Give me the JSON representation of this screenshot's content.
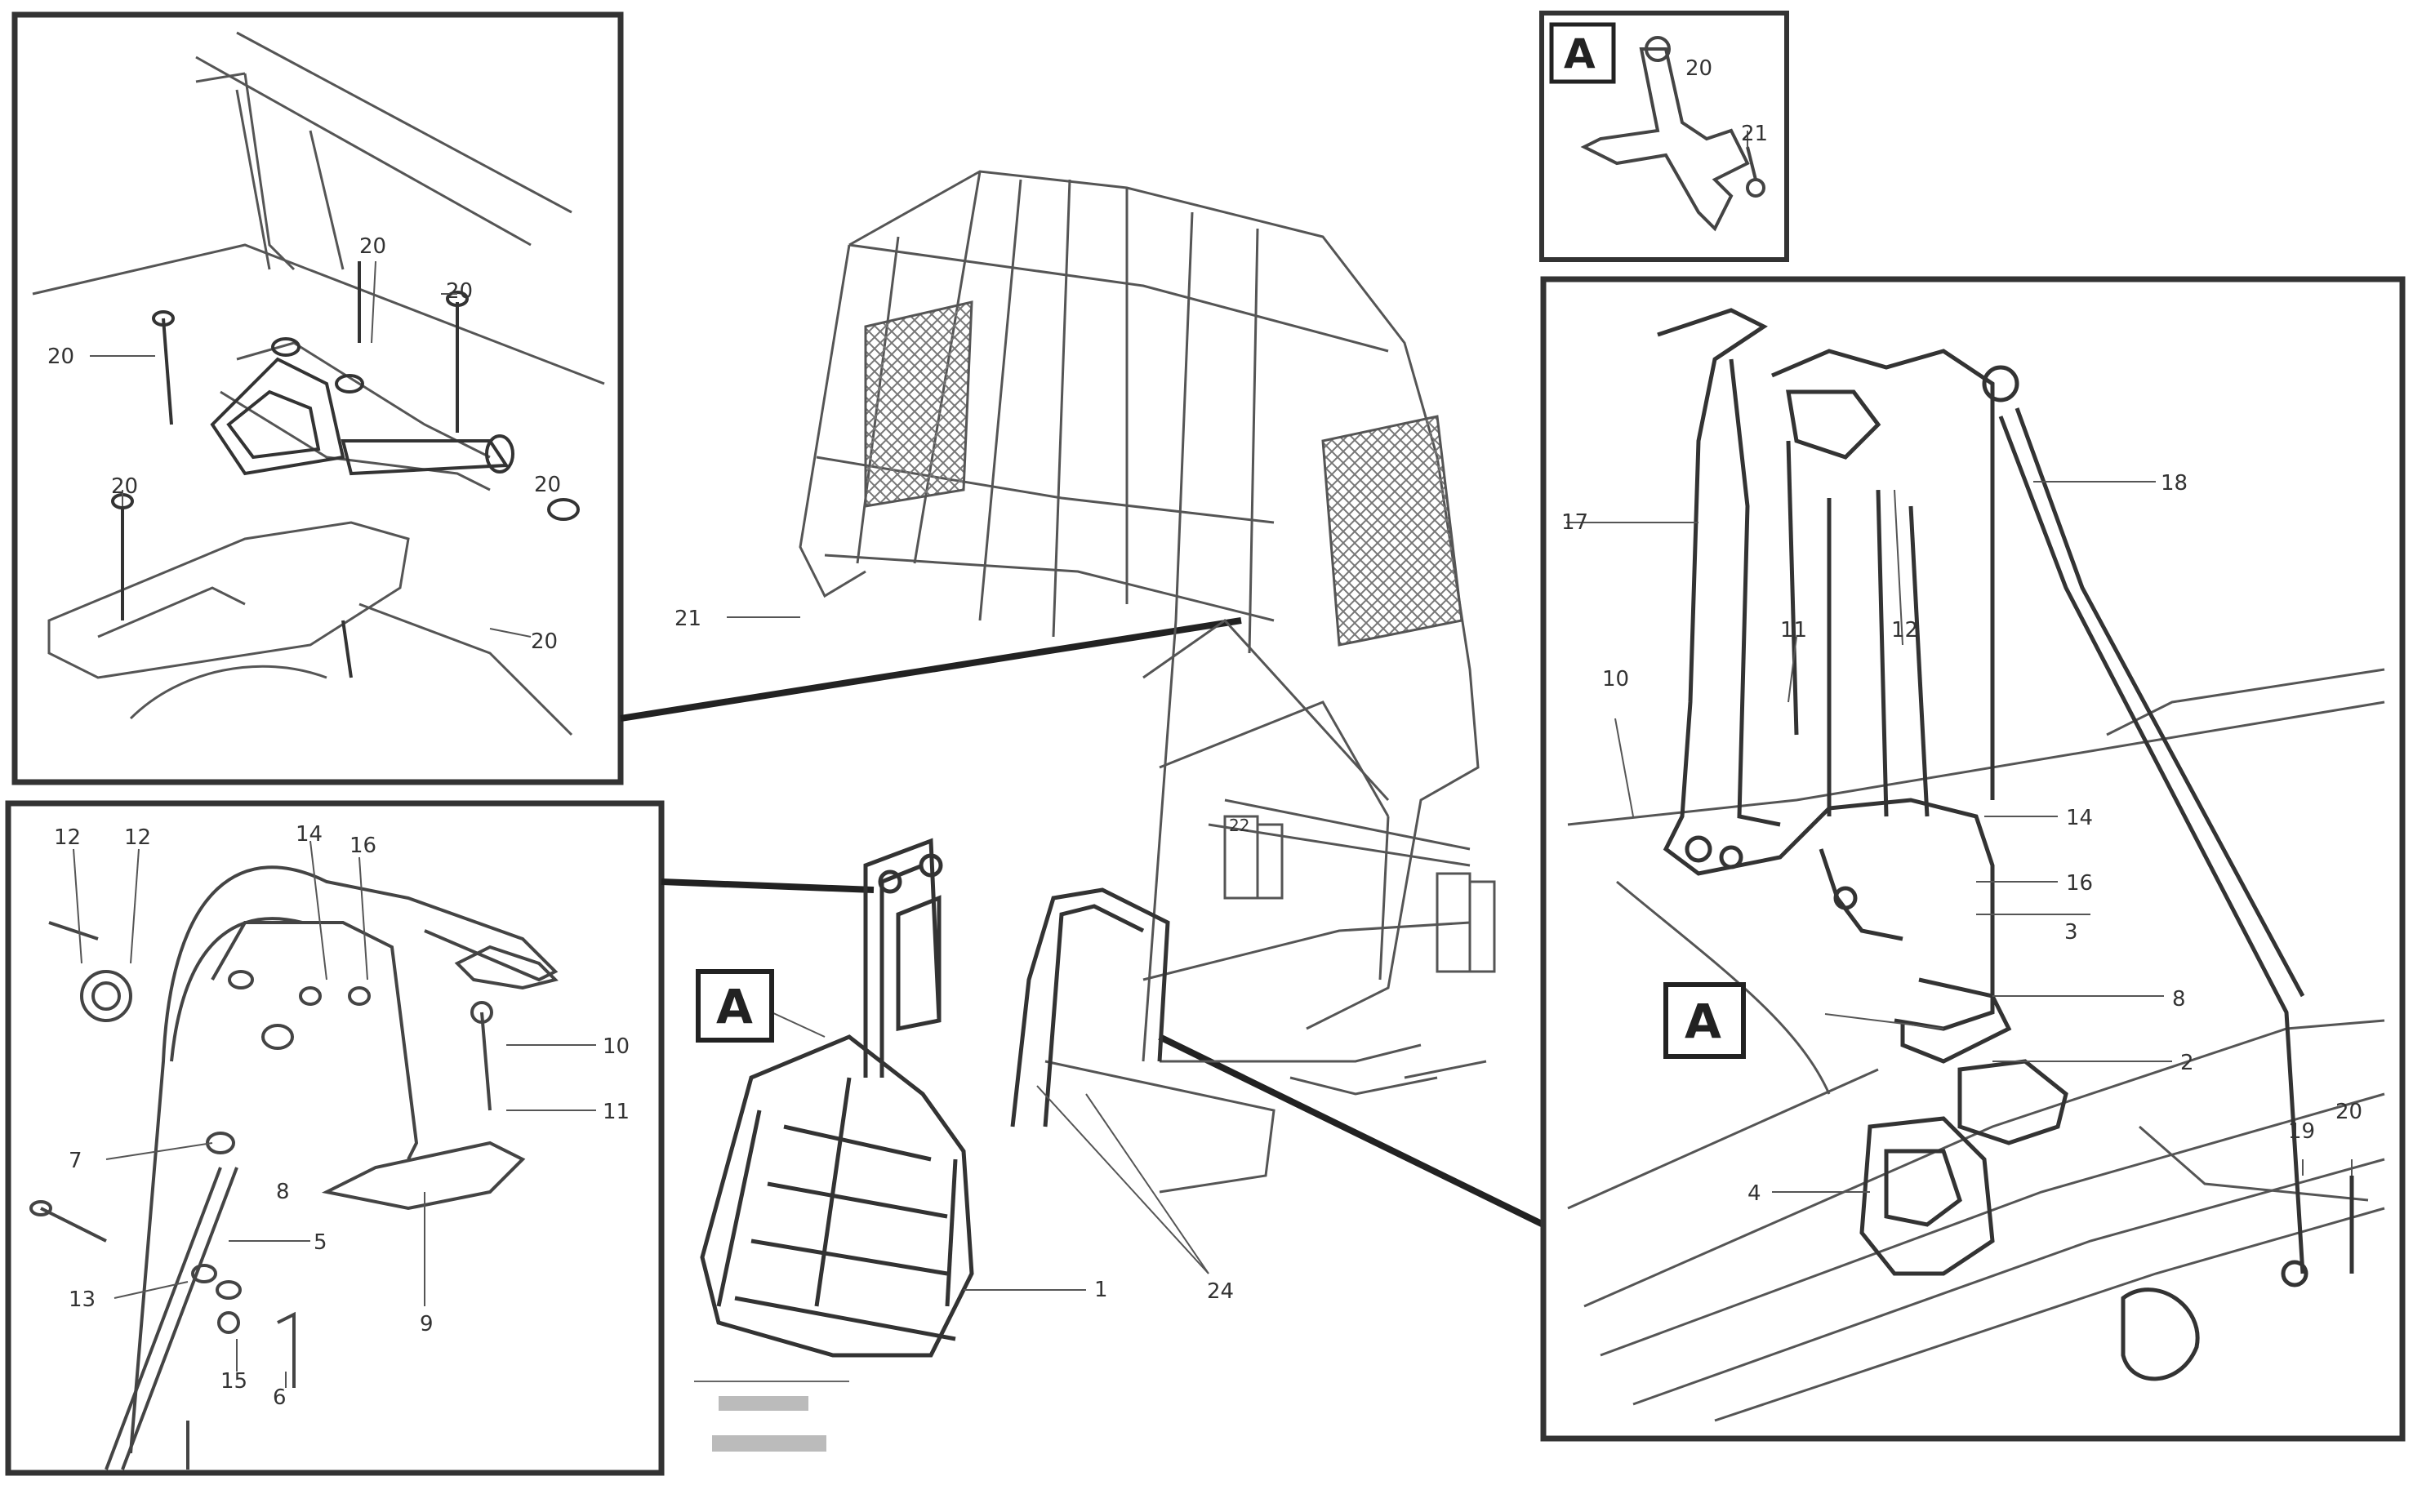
{
  "diagram": {
    "callout_letter": "A",
    "labels": {
      "p1_20a": "20",
      "p1_20b": "20",
      "p1_20c": "20",
      "p1_20d": "20",
      "p1_20e": "20",
      "p1_20f": "20",
      "c_21": "21",
      "c_22": "22",
      "p2_12a": "12",
      "p2_12b": "12",
      "p2_14": "14",
      "p2_16": "16",
      "p2_10": "10",
      "p2_11": "11",
      "p2_7": "7",
      "p2_8": "8",
      "p2_5": "5",
      "p2_9": "9",
      "p2_13": "13",
      "p2_15": "15",
      "p2_6": "6",
      "m_1": "1",
      "m_24": "24",
      "r_17": "17",
      "r_18": "18",
      "r_11": "11",
      "r_12": "12",
      "r_10": "10",
      "r_14": "14",
      "r_16": "16",
      "r_3": "3",
      "r_8": "8",
      "r_2": "2",
      "r_4": "4",
      "r_19": "19",
      "r_20": "20",
      "ia_20": "20",
      "ia_21": "21"
    }
  }
}
